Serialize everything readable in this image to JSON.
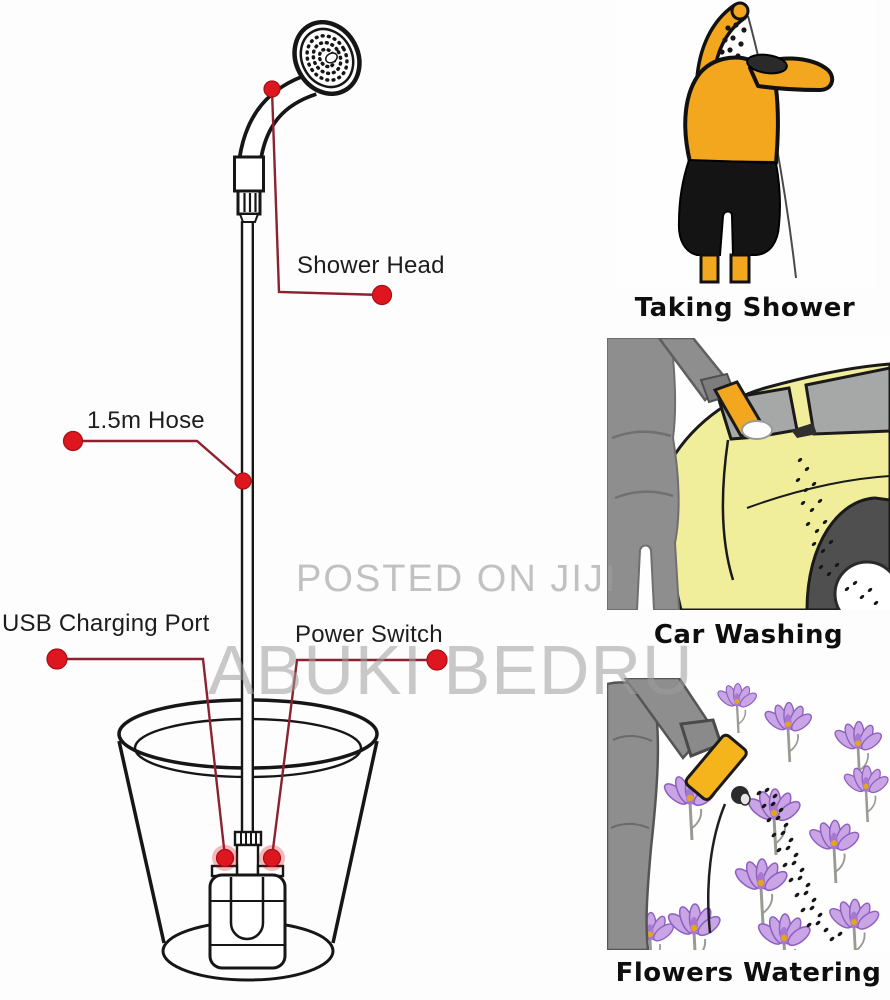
{
  "diagram": {
    "labels": {
      "shower_head": "Shower Head",
      "hose_length": "1.5m Hose",
      "usb_port": "USB Charging Port",
      "power_switch": "Power Switch"
    }
  },
  "watermarks": {
    "line1": "POSTED ON JIJI",
    "line2": "ABUKI BEDRU"
  },
  "usage_panels": [
    {
      "id": "taking-shower",
      "caption": "Taking Shower"
    },
    {
      "id": "car-washing",
      "caption": "Car Washing"
    },
    {
      "id": "flowers-watering",
      "caption": "Flowers Watering"
    }
  ],
  "colors": {
    "callout_dot_red": "#dd1620",
    "callout_line_red": "#8c2230",
    "skin_orange": "#f2a71f",
    "car_yellow": "#f1ee9b",
    "figure_gray": "#8e8e8e",
    "flower_purple": "#c9a5e5",
    "watermark_gray": "#9e9e9e",
    "line_art": "#161616"
  }
}
